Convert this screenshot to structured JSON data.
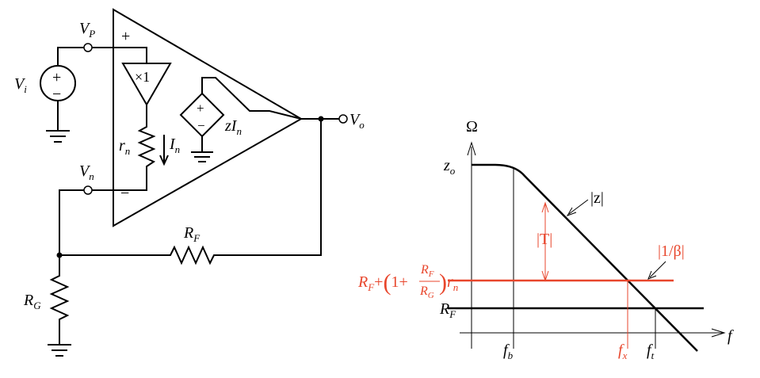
{
  "circuit": {
    "vp": {
      "main": "V",
      "sub": "P"
    },
    "vi": {
      "main": "V",
      "sub": "i"
    },
    "vn": {
      "main": "V",
      "sub": "n"
    },
    "vo": {
      "main": "V",
      "sub": "o"
    },
    "rn": {
      "main": "r",
      "sub": "n"
    },
    "in": {
      "main": "I",
      "sub": "n"
    },
    "zin": {
      "main": "zI",
      "sub": "n"
    },
    "buffer": "×1",
    "plus": "+",
    "minus": "−",
    "rf": {
      "main": "R",
      "sub": "F"
    },
    "rg": {
      "main": "R",
      "sub": "G"
    }
  },
  "bode": {
    "y_axis": "Ω",
    "x_axis": "f",
    "zo": {
      "main": "z",
      "sub": "o"
    },
    "z_mag": "|z|",
    "t_mag": "|T|",
    "inv_beta": "|1/β|",
    "noise_gain": {
      "rf": "R",
      "rf_sub": "F",
      "plus": "+",
      "one": "1+",
      "num": "R",
      "num_sub": "F",
      "den": "R",
      "den_sub": "G",
      "rn": "r",
      "rn_sub": "n"
    },
    "rf": {
      "main": "R",
      "sub": "F"
    },
    "fb": {
      "main": "f",
      "sub": "b"
    },
    "fx": {
      "main": "f",
      "sub": "x"
    },
    "ft": {
      "main": "f",
      "sub": "t"
    }
  },
  "colors": {
    "accent": "#e8462c"
  }
}
